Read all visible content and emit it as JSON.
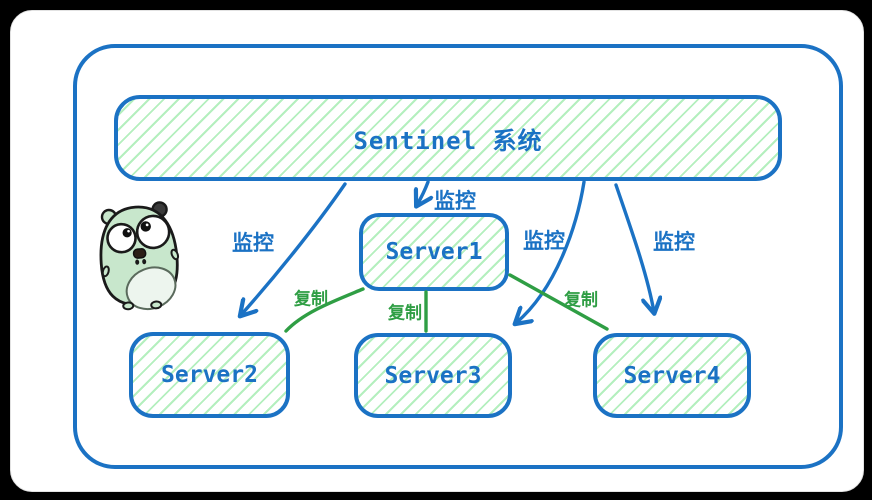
{
  "diagram": {
    "description": "Redis Sentinel monitoring and replication topology",
    "sentinel_box": {
      "label": "Sentinel 系统"
    },
    "nodes": [
      {
        "id": "server1",
        "label": "Server1"
      },
      {
        "id": "server2",
        "label": "Server2"
      },
      {
        "id": "server3",
        "label": "Server3"
      },
      {
        "id": "server4",
        "label": "Server4"
      }
    ],
    "edges": [
      {
        "from": "sentinel",
        "to": "server2",
        "type": "monitor",
        "label": "监控"
      },
      {
        "from": "sentinel",
        "to": "server1",
        "type": "monitor",
        "label": "监控"
      },
      {
        "from": "sentinel",
        "to": "server3",
        "type": "monitor",
        "label": "监控"
      },
      {
        "from": "sentinel",
        "to": "server4",
        "type": "monitor",
        "label": "监控"
      },
      {
        "from": "server1",
        "to": "server2",
        "type": "replicate",
        "label": "复制"
      },
      {
        "from": "server1",
        "to": "server3",
        "type": "replicate",
        "label": "复制"
      },
      {
        "from": "server1",
        "to": "server4",
        "type": "replicate",
        "label": "复制"
      }
    ],
    "mascot_icon": "go-gopher",
    "colors": {
      "monitor_blue": "#1b72c4",
      "replicate_green": "#2f9e44",
      "node_border": "#1b72c4",
      "hatch_fill": "#b4efbe",
      "canvas": "#ffffff",
      "page_background": "#000000",
      "gopher_body": "#c8e7cc"
    }
  }
}
